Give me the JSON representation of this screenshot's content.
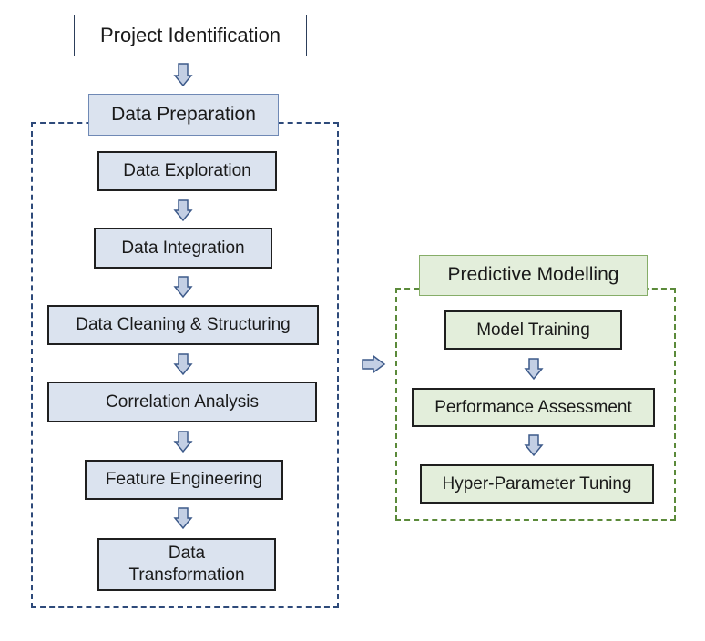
{
  "top": {
    "label": "Project Identification"
  },
  "data_preparation": {
    "title": "Data Preparation",
    "steps": [
      "Data Exploration",
      "Data Integration",
      "Data Cleaning & Structuring",
      "Correlation Analysis",
      "Feature Engineering",
      "Data Transformation"
    ]
  },
  "predictive_modelling": {
    "title": "Predictive Modelling",
    "steps": [
      "Model Training",
      "Performance Assessment",
      "Hyper-Parameter Tuning"
    ]
  },
  "colors": {
    "blue_fill": "#dbe3ef",
    "green_fill": "#e3eedb",
    "blue_dash": "#2e4a7a",
    "green_dash": "#5b8a3a",
    "arrow_fill": "#c3cfe4",
    "arrow_stroke": "#3d5a8a"
  }
}
